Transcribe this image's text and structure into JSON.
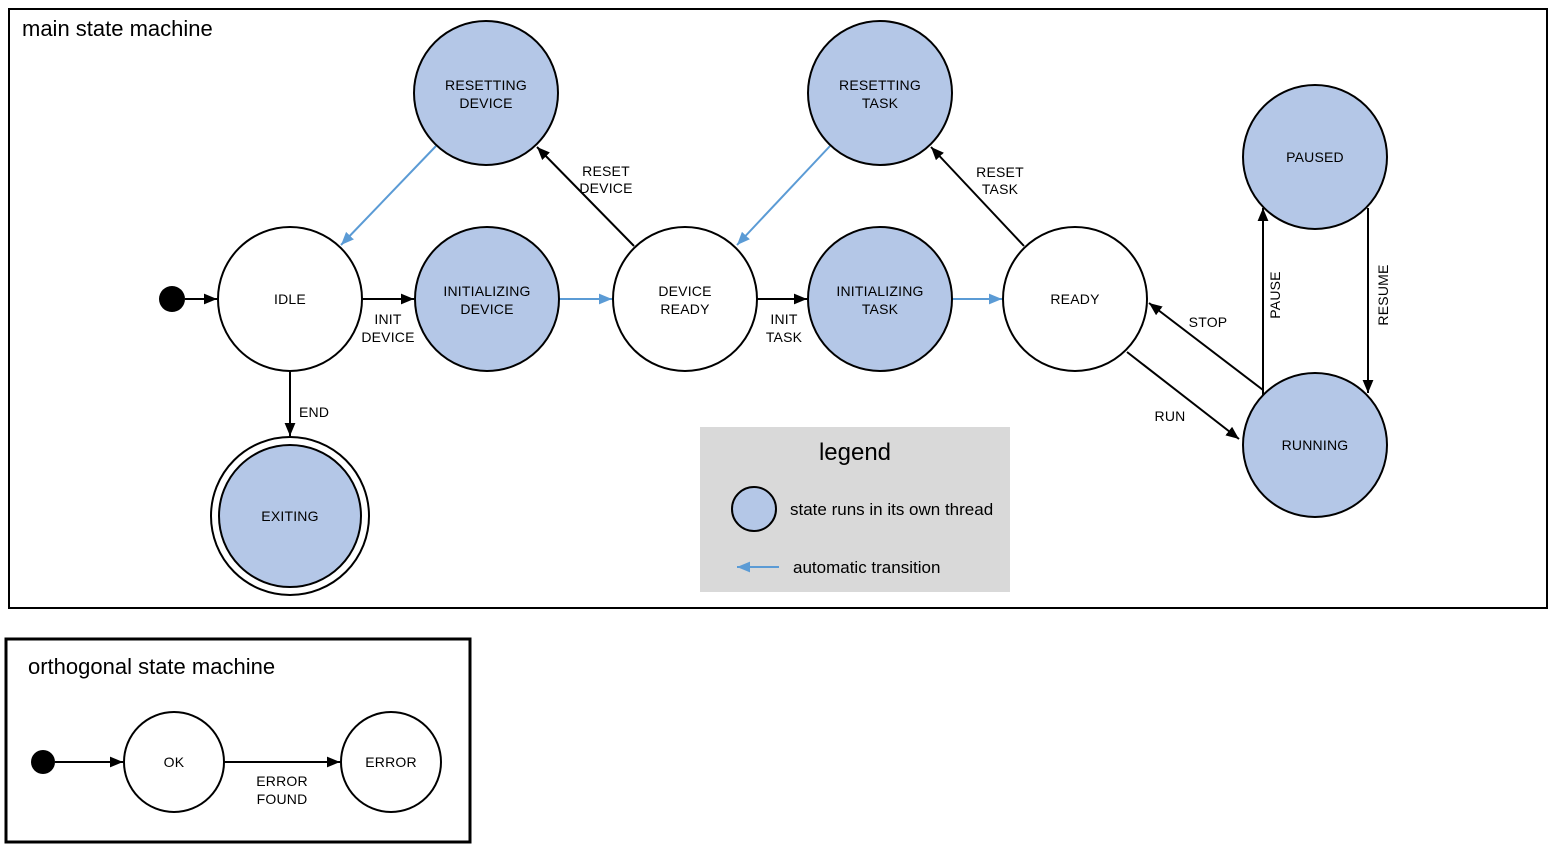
{
  "colors": {
    "state_fill": "#b4c7e7",
    "auto_transition": "#5b9bd5",
    "legend_bg": "#d9d9d9"
  },
  "main_machine": {
    "title": "main state machine",
    "states": {
      "idle": "IDLE",
      "initializing_device": [
        "INITIALIZING",
        "DEVICE"
      ],
      "device_ready": [
        "DEVICE",
        "READY"
      ],
      "resetting_device": [
        "RESETTING",
        "DEVICE"
      ],
      "resetting_task": [
        "RESETTING",
        "TASK"
      ],
      "initializing_task": [
        "INITIALIZING",
        "TASK"
      ],
      "ready": "READY",
      "paused": "PAUSED",
      "running": "RUNNING",
      "exiting": "EXITING"
    },
    "transitions": {
      "init_device": [
        "INIT",
        "DEVICE"
      ],
      "reset_device": [
        "RESET",
        "DEVICE"
      ],
      "init_task": [
        "INIT",
        "TASK"
      ],
      "reset_task": [
        "RESET",
        "TASK"
      ],
      "end": "END",
      "run": "RUN",
      "stop": "STOP",
      "pause": "PAUSE",
      "resume": "RESUME"
    }
  },
  "legend": {
    "title": "legend",
    "threaded_state": "state runs in its own thread",
    "automatic_transition": "automatic transition"
  },
  "orthogonal_machine": {
    "title": "orthogonal state machine",
    "states": {
      "ok": "OK",
      "error": "ERROR"
    },
    "transitions": {
      "error_found": [
        "ERROR",
        "FOUND"
      ]
    }
  }
}
